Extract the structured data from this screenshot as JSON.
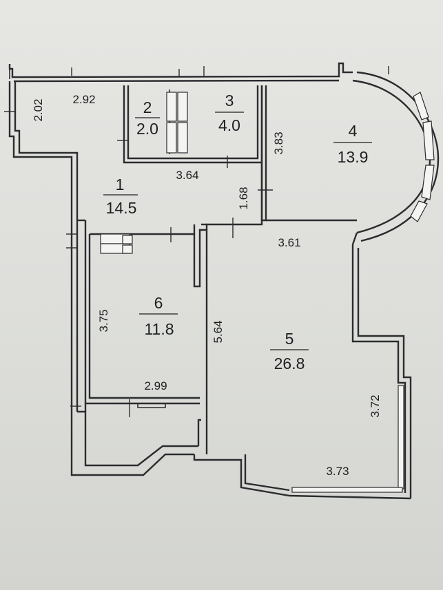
{
  "rooms": [
    {
      "number": "1",
      "area": "14.5"
    },
    {
      "number": "2",
      "area": "2.0"
    },
    {
      "number": "3",
      "area": "4.0"
    },
    {
      "number": "4",
      "area": "13.9"
    },
    {
      "number": "5",
      "area": "26.8"
    },
    {
      "number": "6",
      "area": "11.8"
    }
  ],
  "dimensions": {
    "d_2_02": "2.02",
    "d_2_92": "2.92",
    "d_3_64": "3.64",
    "d_1_68": "1.68",
    "d_3_83": "3.83",
    "d_3_61": "3.61",
    "d_3_75": "3.75",
    "d_5_64": "5.64",
    "d_2_99": "2.99",
    "d_3_72": "3.72",
    "d_3_73": "3.73"
  }
}
